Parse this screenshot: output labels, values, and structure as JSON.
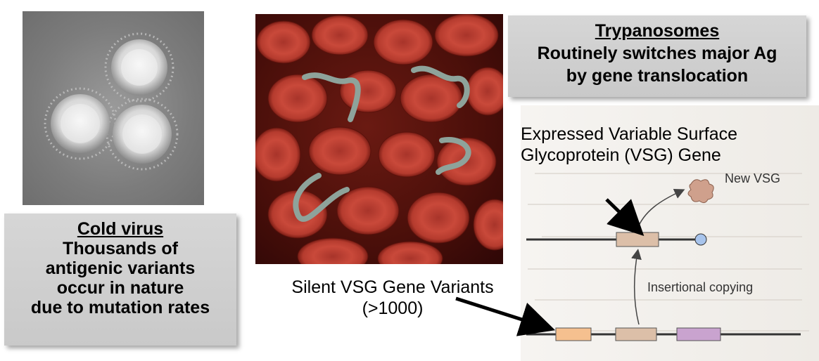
{
  "cold_virus": {
    "title": "Cold virus",
    "lines": [
      "Thousands of",
      "antigenic variants",
      "occur in nature",
      "due to mutation rates"
    ]
  },
  "trypanosomes": {
    "title": "Trypanosomes",
    "lines": [
      "Routinely switches major Ag",
      "by gene translocation"
    ]
  },
  "diagram": {
    "expressed_label_line1": "Expressed Variable Surface",
    "expressed_label_line2": "Glycoprotein (VSG) Gene",
    "new_vsg_label": "New VSG",
    "insertional_label": "Insertional copying",
    "silent_label_line1": "Silent VSG Gene Variants",
    "silent_label_line2": "(>1000)"
  },
  "colors": {
    "box_grey": "#cfcfcf",
    "gene_box_tan": "#dcbfa8",
    "gene_box_orange": "#f5c08f",
    "gene_box_purple": "#c9a3cf",
    "telomere_blue": "#a8c4ec",
    "new_vsg_blob": "#cfa08c"
  }
}
